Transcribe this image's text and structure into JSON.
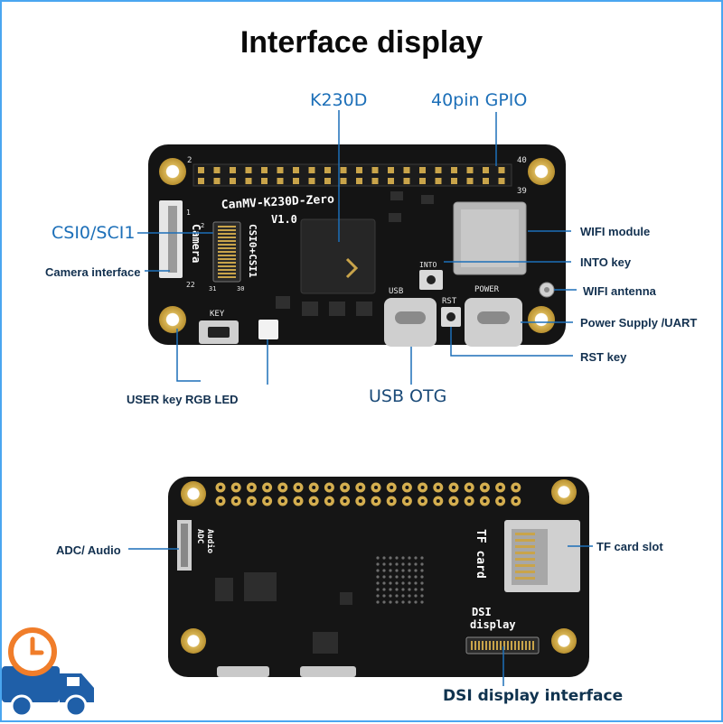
{
  "title": "Interface display",
  "top_labels": {
    "k230d": "K230D",
    "gpio": "40pin GPIO",
    "csi": "CSI0/SCI1",
    "camera_interface": "Camera interface",
    "wifi_module": "WIFI module",
    "into_key": "INTO key",
    "wifi_antenna": "WIFI antenna",
    "power_uart": "Power Supply /UART",
    "rst_key": "RST key",
    "user_key": "USER key RGB LED",
    "usb_otg": "USB OTG"
  },
  "board_silkscreen": {
    "pin_2": "2",
    "pin_40": "40",
    "pin_39": "39",
    "board_name": "CanMV-K230D-Zero",
    "version": "V1.0",
    "camera": "Camera",
    "csi_vertical": "CSI0+CSI1",
    "into": "INTO",
    "usb": "USB",
    "rst": "RST",
    "power": "POWER",
    "key": "KEY",
    "fpc_1": "1",
    "fpc_22": "22",
    "fpc_2": "2",
    "fpc_31": "31",
    "fpc_30": "30"
  },
  "bottom_labels": {
    "adc_audio": "ADC/ Audio",
    "tf_card_slot": "TF card slot",
    "dsi_interface": "DSI display interface"
  },
  "bottom_silkscreen": {
    "adc": "ADC",
    "audio": "Audio",
    "tf_card": "TF card",
    "dsi": "DSI",
    "display": "display"
  },
  "colors": {
    "frame": "#4aa6f0",
    "label_blue": "#1c6fb8",
    "label_dark": "#12304f",
    "pcb": "#141414",
    "gold": "#c9a44a",
    "logo_truck": "#1f5fa8",
    "logo_clock": "#f07d2a"
  },
  "icons": {
    "logo": "delivery-truck-clock-icon"
  }
}
